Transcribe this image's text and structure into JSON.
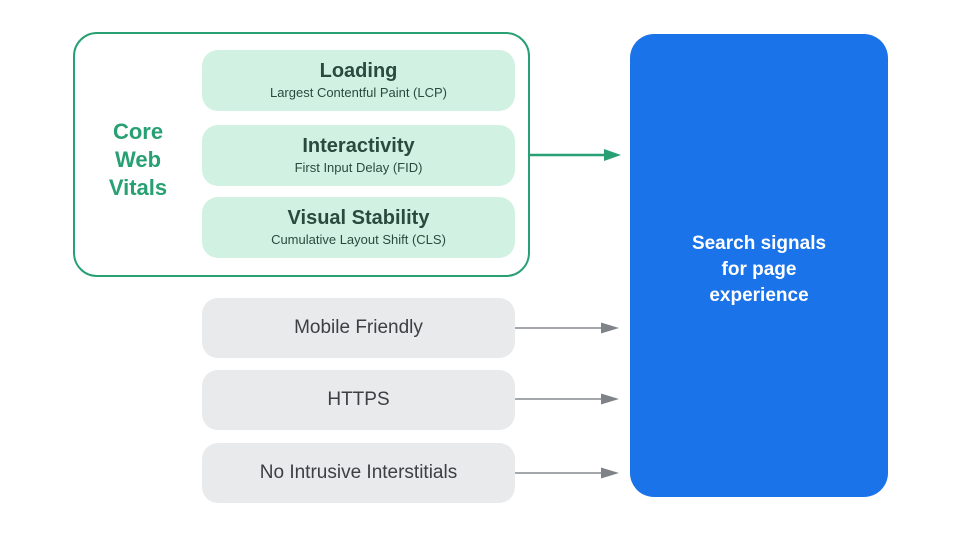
{
  "colors": {
    "green": "#28A073",
    "green-fill": "#D1F2E2",
    "green-text": "#2B4A3F",
    "blue": "#1A73E8",
    "blue-text": "#FFFFFF",
    "gray-fill": "#E8EAEB",
    "gray-text": "#3C4043",
    "gray-arrow-line": "#A4A7AB",
    "gray-arrow-head": "#7F8388"
  },
  "core_web_vitals": {
    "label_lines": [
      "Core",
      "Web",
      "Vitals"
    ],
    "metrics": [
      {
        "title": "Loading",
        "subtitle": "Largest Contentful Paint (LCP)"
      },
      {
        "title": "Interactivity",
        "subtitle": "First Input Delay (FID)"
      },
      {
        "title": "Visual Stability",
        "subtitle": "Cumulative Layout Shift (CLS)"
      }
    ]
  },
  "other_signals": [
    {
      "label": "Mobile Friendly"
    },
    {
      "label": "HTTPS"
    },
    {
      "label": "No Intrusive Interstitials"
    }
  ],
  "result_box": {
    "label_lines": [
      "Search signals",
      "for page",
      "experience"
    ]
  }
}
